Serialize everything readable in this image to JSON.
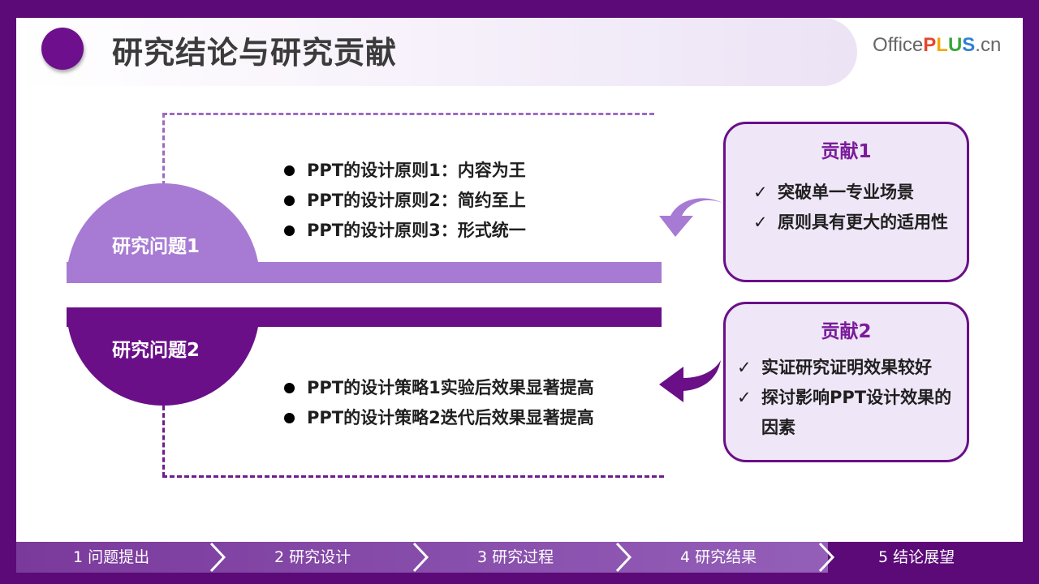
{
  "header": {
    "title": "研究结论与研究贡献",
    "logo": {
      "office": "Office",
      "p": "P",
      "l": "L",
      "u": "U",
      "s": "S",
      "cn": ".cn"
    }
  },
  "questions": [
    {
      "label": "研究问题1"
    },
    {
      "label": "研究问题2"
    }
  ],
  "principles": [
    "PPT的设计原则1：内容为王",
    "PPT的设计原则2：简约至上",
    "PPT的设计原则3：形式统一"
  ],
  "strategies": [
    "PPT的设计策略1实验后效果显著提高",
    "PPT的设计策略2迭代后效果显著提高"
  ],
  "contributions": [
    {
      "title": "贡献1",
      "items": [
        "突破单一专业场景",
        "原则具有更大的适用性"
      ]
    },
    {
      "title": "贡献2",
      "items": [
        "实证研究证明效果较好",
        "探讨影响PPT设计效果的因素"
      ]
    }
  ],
  "check_glyph": "✓",
  "nav": {
    "items": [
      "1 问题提出",
      "2 研究设计",
      "3 研究过程",
      "4 研究结果",
      "5  结论展望"
    ],
    "active_index": 4
  },
  "colors": {
    "frame": "#5c0a78",
    "light_purple": "#a77bd3",
    "dark_purple": "#6a0f88",
    "box_fill": "#efe6f7"
  }
}
